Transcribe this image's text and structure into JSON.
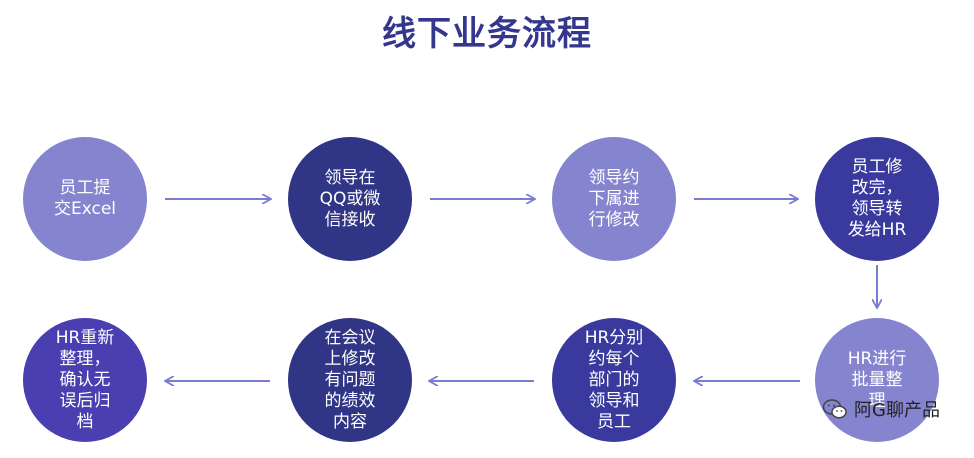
{
  "title": "线下业务流程",
  "nodes": [
    {
      "id": "n1",
      "text": "员工提\n交Excel"
    },
    {
      "id": "n2",
      "text": "领导在\nQQ或微\n信接收"
    },
    {
      "id": "n3",
      "text": "领导约\n下属进\n行修改"
    },
    {
      "id": "n4",
      "text": "员工修\n改完，\n领导转\n发给HR"
    },
    {
      "id": "n5",
      "text": "HR进行\n批量整\n理"
    },
    {
      "id": "n6",
      "text": "HR分别\n约每个\n部门的\n领导和\n员工"
    },
    {
      "id": "n7",
      "text": "在会议\n上修改\n有问题\n的绩效\n内容"
    },
    {
      "id": "n8",
      "text": "HR重新\n整理，\n确认无\n误后归\n档"
    }
  ],
  "watermark": {
    "text": "阿G聊产品",
    "icon": "wechat-icon"
  },
  "colors": {
    "light": "#8584cf",
    "dark": "#303585",
    "arrow": "#7b7bd0",
    "title": "#35378f"
  }
}
